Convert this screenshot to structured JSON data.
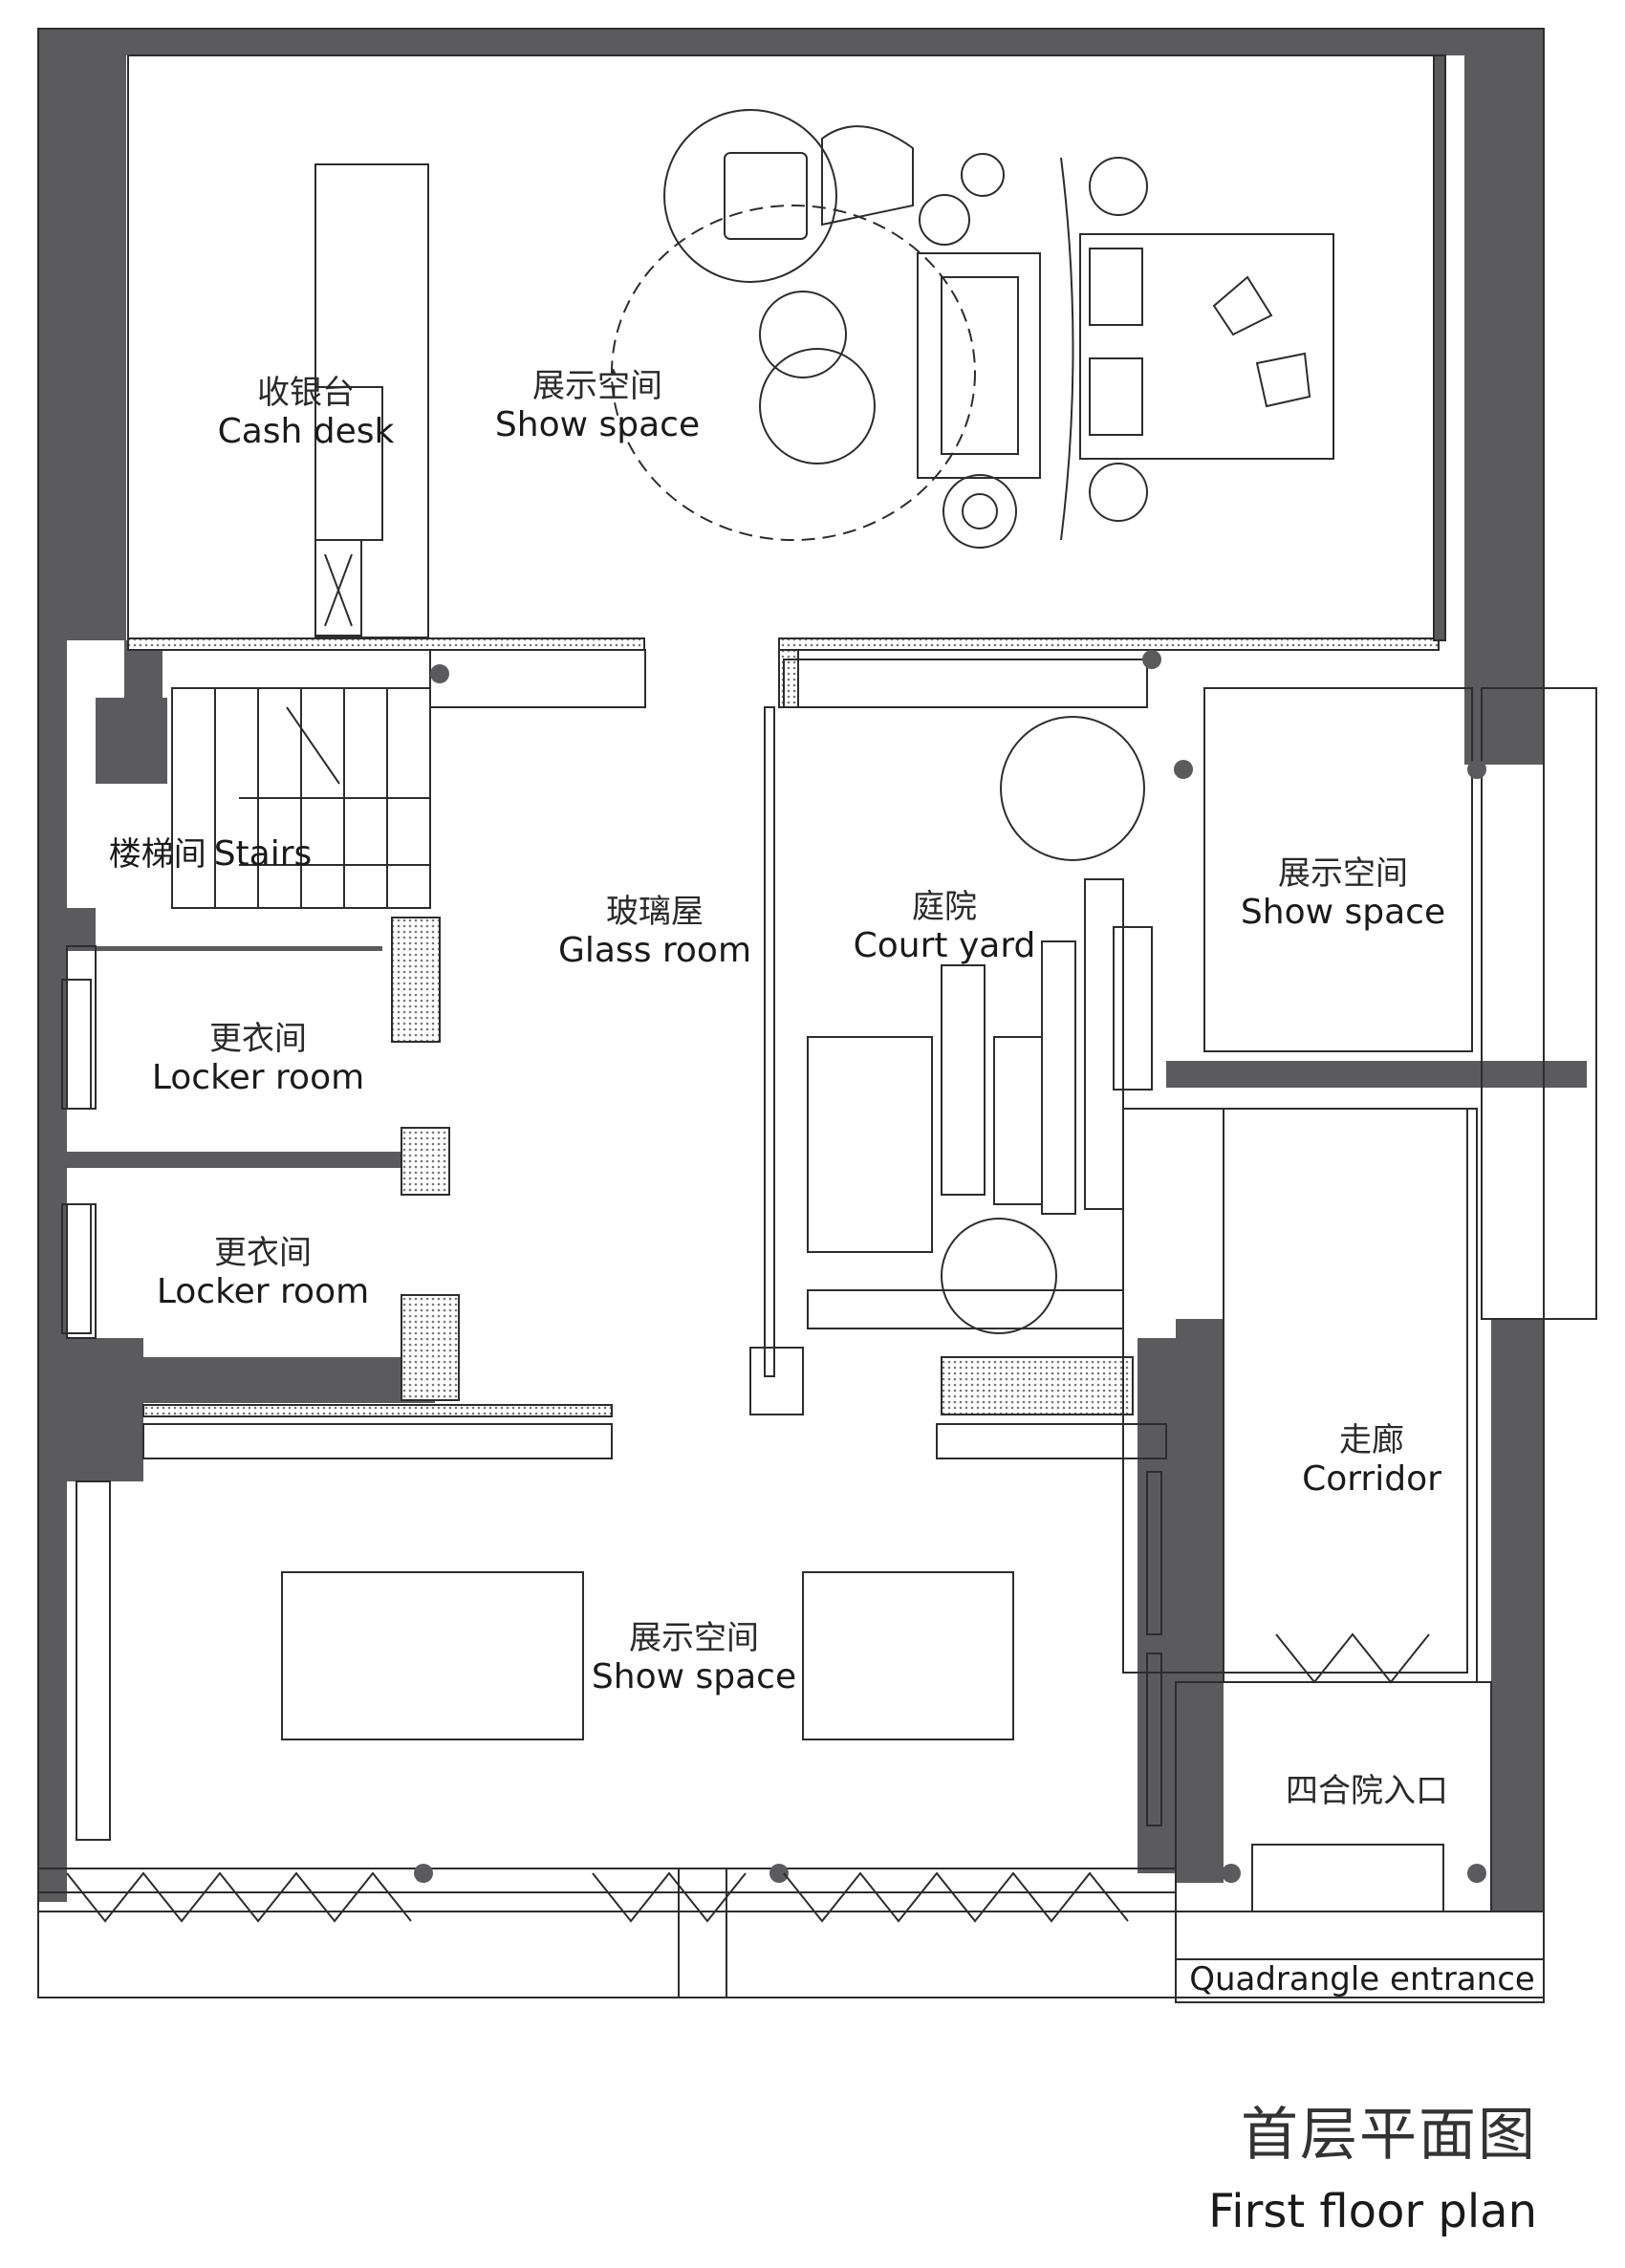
{
  "rooms": {
    "cash_desk": {
      "zh": "收银台",
      "en": "Cash  desk"
    },
    "show_space_top": {
      "zh": "展示空间",
      "en": "Show space"
    },
    "stairs": {
      "zh": "楼梯间",
      "en": "Stairs"
    },
    "glass_room": {
      "zh": "玻璃屋",
      "en": "Glass room"
    },
    "courtyard": {
      "zh": "庭院",
      "en": "Court yard"
    },
    "show_space_right": {
      "zh": "展示空间",
      "en": "Show space"
    },
    "locker_room_1": {
      "zh": "更衣间",
      "en": "Locker room"
    },
    "locker_room_2": {
      "zh": "更衣间",
      "en": "Locker room"
    },
    "corridor": {
      "zh": "走廊",
      "en": "Corridor"
    },
    "show_space_bottom": {
      "zh": "展示空间",
      "en": "Show space"
    },
    "quadrangle_entrance": {
      "zh": "四合院入口",
      "en": "Quadrangle entrance"
    }
  },
  "title": {
    "zh": "首层平面图",
    "en": "First floor plan"
  },
  "colors": {
    "wall": "#5b5b5d",
    "line": "#2d2d2d",
    "hatch": "#8a8a8a",
    "background": "#ffffff"
  }
}
